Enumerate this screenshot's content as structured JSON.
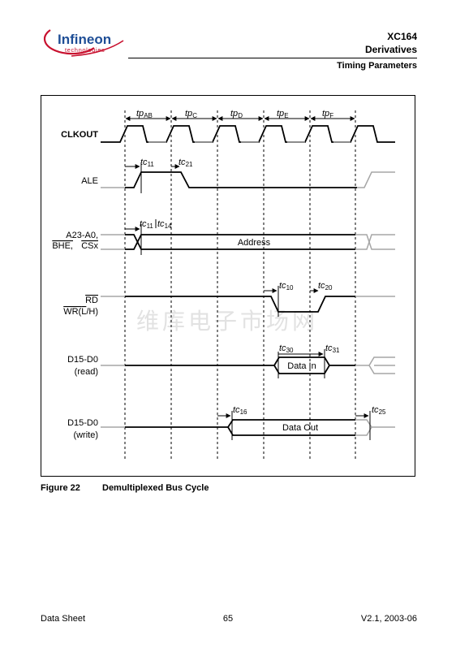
{
  "header": {
    "logo_word": "Infineon",
    "logo_sub": "technologies",
    "doc_title_line1": "XC164",
    "doc_title_line2": "Derivatives",
    "section": "Timing Parameters"
  },
  "figure": {
    "signals": {
      "clkout": "CLKOUT",
      "ale": "ALE",
      "addr_line1": "A23-A0,",
      "addr_line2_bhe": "BHE,",
      "addr_line2_csx": "CSx",
      "rd": "RD",
      "wr_pre": "WR(",
      "wr_l": "L",
      "wr_slash": "/",
      "wr_h": "H",
      "wr_post": ")",
      "dread_line1": "D15-D0",
      "dread_line2": "(read)",
      "dwrite_line1": "D15-D0",
      "dwrite_line2": "(write)"
    },
    "bus_labels": {
      "address": "Address",
      "data_in": "Data In",
      "data_out": "Data Out"
    },
    "params": {
      "tp_prefix": "tp",
      "tc_prefix": "tc",
      "tpAB": "AB",
      "tpC": "C",
      "tpD": "D",
      "tpE": "E",
      "tpF": "F",
      "tc11": "11",
      "tc21": "21",
      "tc14": "14",
      "tc10": "10",
      "tc20": "20",
      "tc30": "30",
      "tc31": "31",
      "tc16": "16",
      "tc25": "25"
    },
    "watermark": "维库电子市场网",
    "caption_number": "Figure 22",
    "caption_title": "Demultiplexed Bus Cycle"
  },
  "footer": {
    "left": "Data Sheet",
    "center": "65",
    "right": "V2.1, 2003-06"
  },
  "colors": {
    "logo_blue": "#1f4e96",
    "logo_red": "#c8102e",
    "inactive_gray": "#a6a6a6",
    "watermark": "#e2e2e2"
  }
}
